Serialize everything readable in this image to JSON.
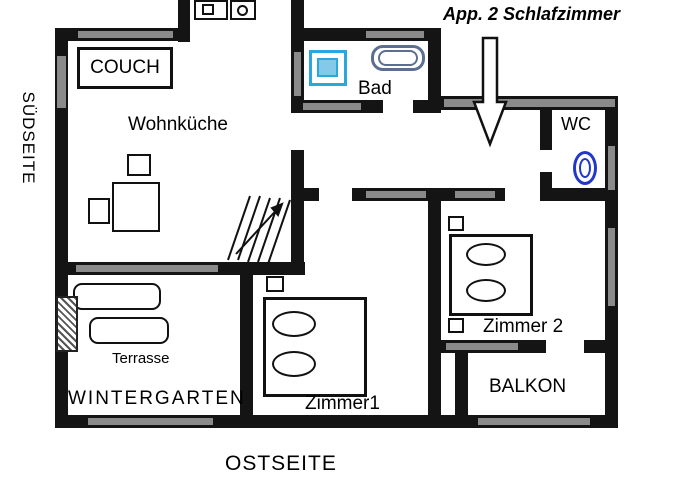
{
  "title": "App. 2 Schlafzimmer",
  "orientation": {
    "left": "SÜDSEITE",
    "bottom": "OSTSEITE"
  },
  "rooms": {
    "wohnkueche": "Wohnküche",
    "bad": "Bad",
    "wc": "WC",
    "zimmer1": "Zimmer1",
    "zimmer2": "Zimmer 2",
    "balkon": "BALKON",
    "wintergarten": "WINTERGARTEN",
    "terrasse": "Terrasse"
  },
  "furniture": {
    "couch": "COUCH"
  },
  "colors": {
    "wall": "#141414",
    "wall_masonry": "#8a8a8a",
    "shower": "#29a8e0",
    "shower_fill": "#84c8ea",
    "bathtub": "#5c6f8e",
    "toilet": "#2338c8"
  }
}
